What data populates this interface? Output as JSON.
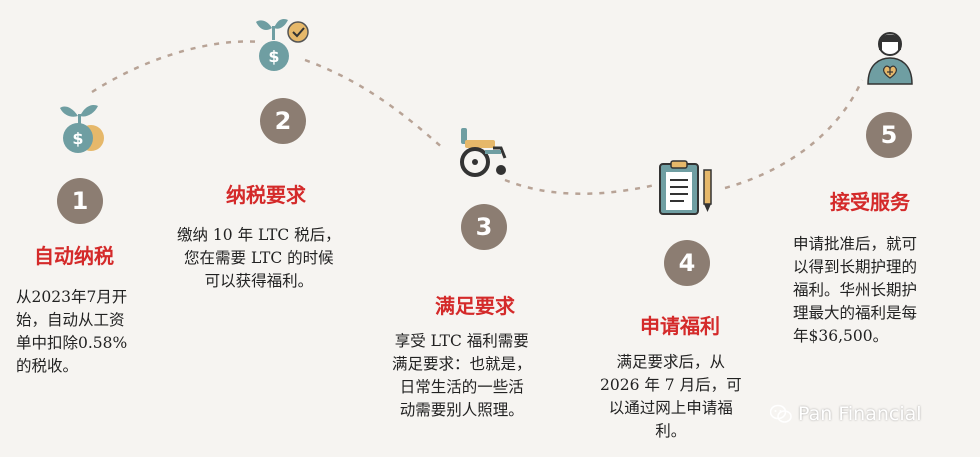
{
  "steps": [
    {
      "number": "1",
      "title": "自动纳税",
      "desc": [
        "从2023年7月开",
        "始，自动从工资",
        "单中扣除0.58%",
        "的税收。"
      ],
      "icon": "money-plant-icon"
    },
    {
      "number": "2",
      "title": "纳税要求",
      "desc": [
        "缴纳 10 年 LTC 税后，",
        "您在需要 LTC 的时候",
        "可以获得福利。"
      ],
      "icon": "money-check-icon"
    },
    {
      "number": "3",
      "title": "满足要求",
      "desc": [
        "享受 LTC 福利需要",
        "满足要求：也就是，",
        "日常生活的一些活",
        "动需要别人照理。"
      ],
      "icon": "wheelchair-icon"
    },
    {
      "number": "4",
      "title": "申请福利",
      "desc": [
        "满足要求后，从",
        "2026 年 7 月后，可",
        "以通过网上申请福",
        "利。"
      ],
      "icon": "clipboard-pen-icon"
    },
    {
      "number": "5",
      "title": "接受服务",
      "desc": [
        "申请批准后，就可",
        "以得到长期护理的",
        "福利。华州长期护",
        "理最大的福利是每",
        "年$36,500。"
      ],
      "icon": "nurse-icon"
    }
  ],
  "watermark": {
    "text": "Pan Financial",
    "icon": "wechat-icon"
  },
  "colors": {
    "circle": "#8c7d72",
    "title": "#d42a2a",
    "teal": "#6f9ea2",
    "gold": "#e6b86a",
    "path": "#b8a396"
  }
}
